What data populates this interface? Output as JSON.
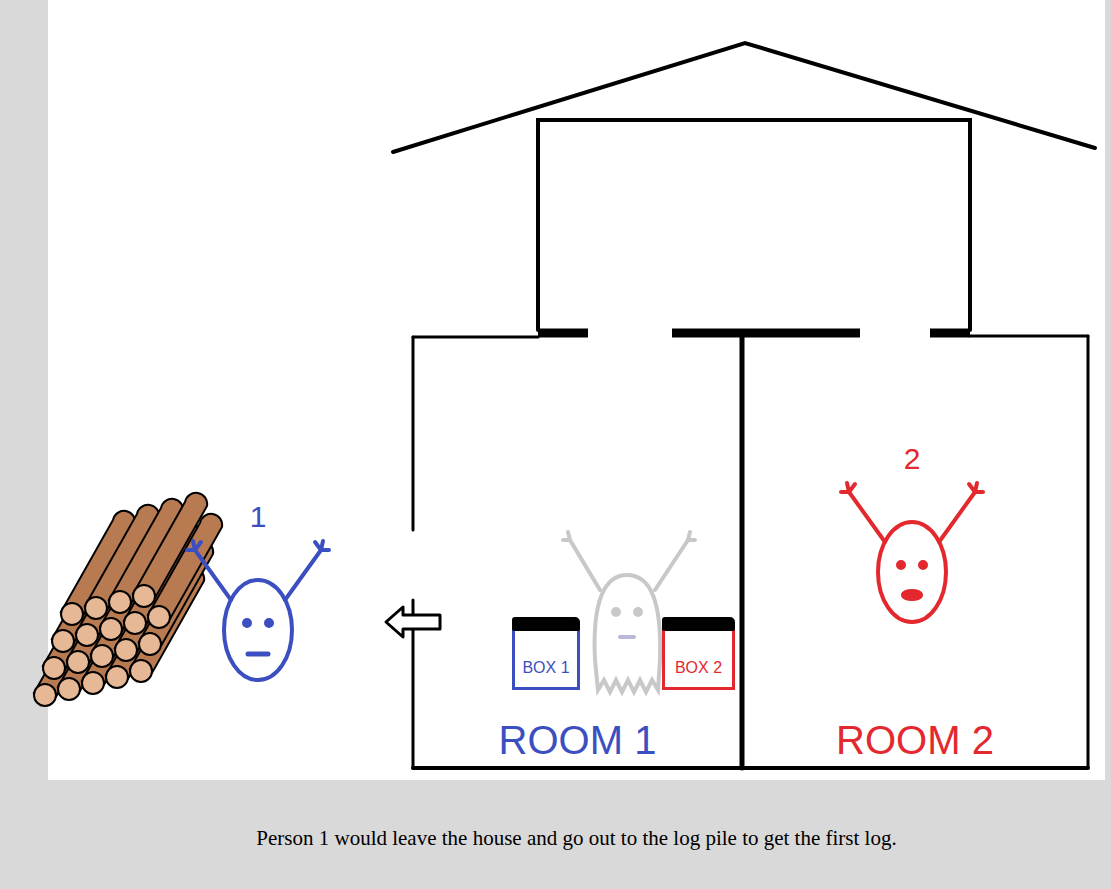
{
  "diagram": {
    "caption": "Person 1 would leave the house and go out to the log pile to get the first log.",
    "nodes": [
      {
        "text": [
          "1"
        ]
      },
      {
        "text": [
          "ROOM 1"
        ]
      },
      {
        "text": [
          "BOX 1"
        ],
        "in": 1
      },
      {
        "text": [
          "BOX 2"
        ],
        "in": 1
      },
      {
        "text": [
          "ROOM 2"
        ]
      },
      {
        "text": [
          "2"
        ],
        "in": 4
      }
    ]
  }
}
